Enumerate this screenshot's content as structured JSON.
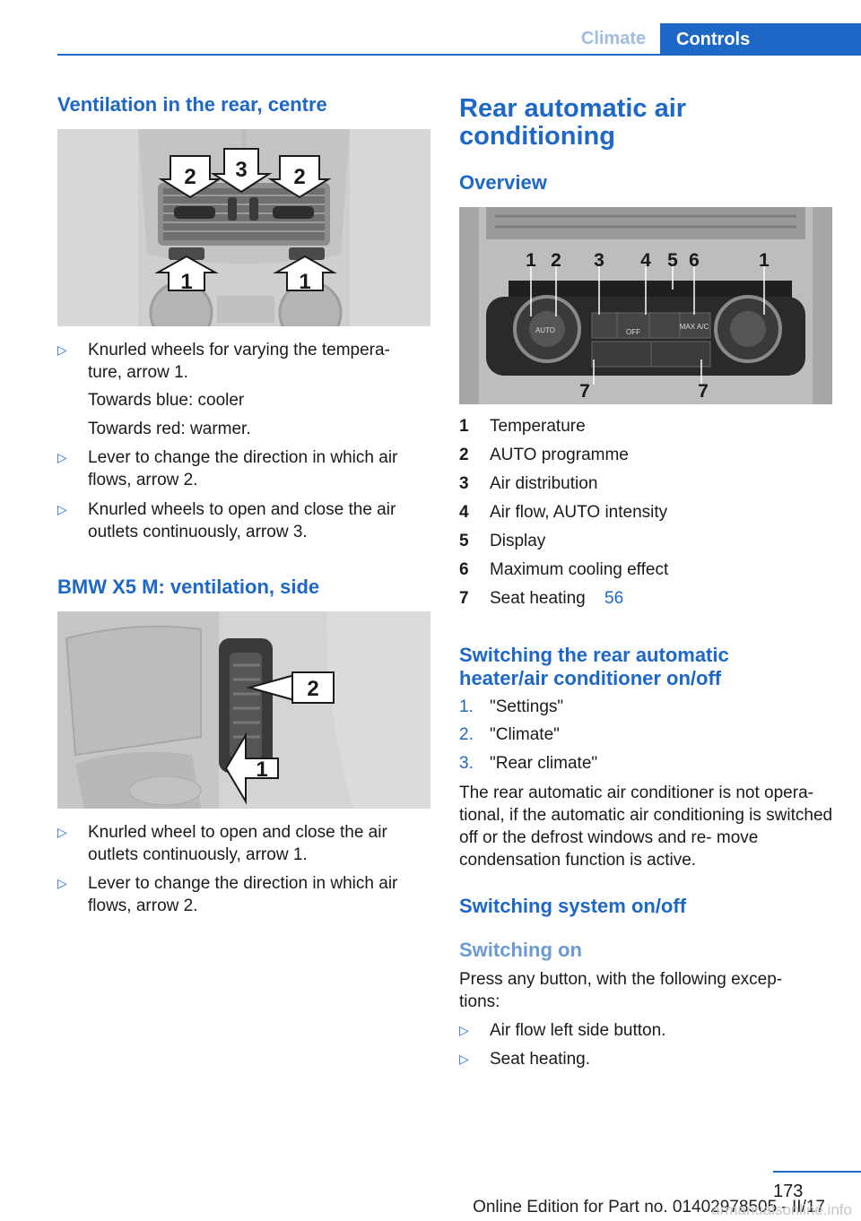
{
  "header": {
    "tab_climate": "Climate",
    "tab_controls": "Controls"
  },
  "left": {
    "section1_title": "Ventilation in the rear, centre",
    "image1_callouts": [
      "2",
      "3",
      "2",
      "1",
      "1"
    ],
    "section1_bullets": [
      {
        "text": "Knurled wheels for varying the tempera‐ ture, arrow 1.",
        "sub": [
          "Towards blue: cooler",
          "Towards red: warmer."
        ]
      },
      {
        "text": "Lever to change the direction in which air flows, arrow 2."
      },
      {
        "text": "Knurled wheels to open and close the air outlets continuously, arrow 3."
      }
    ],
    "section2_title": "BMW X5 M: ventilation, side",
    "image2_callouts": [
      "2",
      "1"
    ],
    "section2_bullets": [
      {
        "text": "Knurled wheel to open and close the air outlets continuously, arrow 1."
      },
      {
        "text": "Lever to change the direction in which air flows, arrow 2."
      }
    ]
  },
  "right": {
    "title": "Rear automatic air conditioning",
    "overview_title": "Overview",
    "panel_callouts": [
      "1",
      "2",
      "3",
      "4",
      "5",
      "6",
      "1",
      "7",
      "7"
    ],
    "panel_labels": [
      "AUTO",
      "OFF",
      "MAX A/C"
    ],
    "legend": [
      {
        "num": "1",
        "label": "Temperature"
      },
      {
        "num": "2",
        "label": "AUTO programme"
      },
      {
        "num": "3",
        "label": "Air distribution"
      },
      {
        "num": "4",
        "label": "Air flow, AUTO intensity"
      },
      {
        "num": "5",
        "label": "Display"
      },
      {
        "num": "6",
        "label": "Maximum cooling effect"
      },
      {
        "num": "7",
        "label": "Seat heating",
        "ref": "56"
      }
    ],
    "switch_title": "Switching the rear automatic heater/air conditioner on/off",
    "steps": [
      {
        "num": "1.",
        "label": "\"Settings\""
      },
      {
        "num": "2.",
        "label": "\"Climate\""
      },
      {
        "num": "3.",
        "label": "\"Rear climate\""
      }
    ],
    "note": "The rear automatic air conditioner is not opera‐ tional, if the automatic air conditioning is switched off or the defrost windows and re‐ move condensation function is active.",
    "system_title": "Switching system on/off",
    "switching_on_title": "Switching on",
    "switching_on_text": "Press any button, with the following excep‐ tions:",
    "exceptions": [
      "Air flow left side button.",
      "Seat heating."
    ]
  },
  "footer": {
    "page_number": "173",
    "edition": "Online Edition for Part no. 01402978505 - II/17",
    "watermark": "armanualsonline.info"
  },
  "colors": {
    "accent": "#1d67c7",
    "accent_light": "#9fbce3"
  }
}
